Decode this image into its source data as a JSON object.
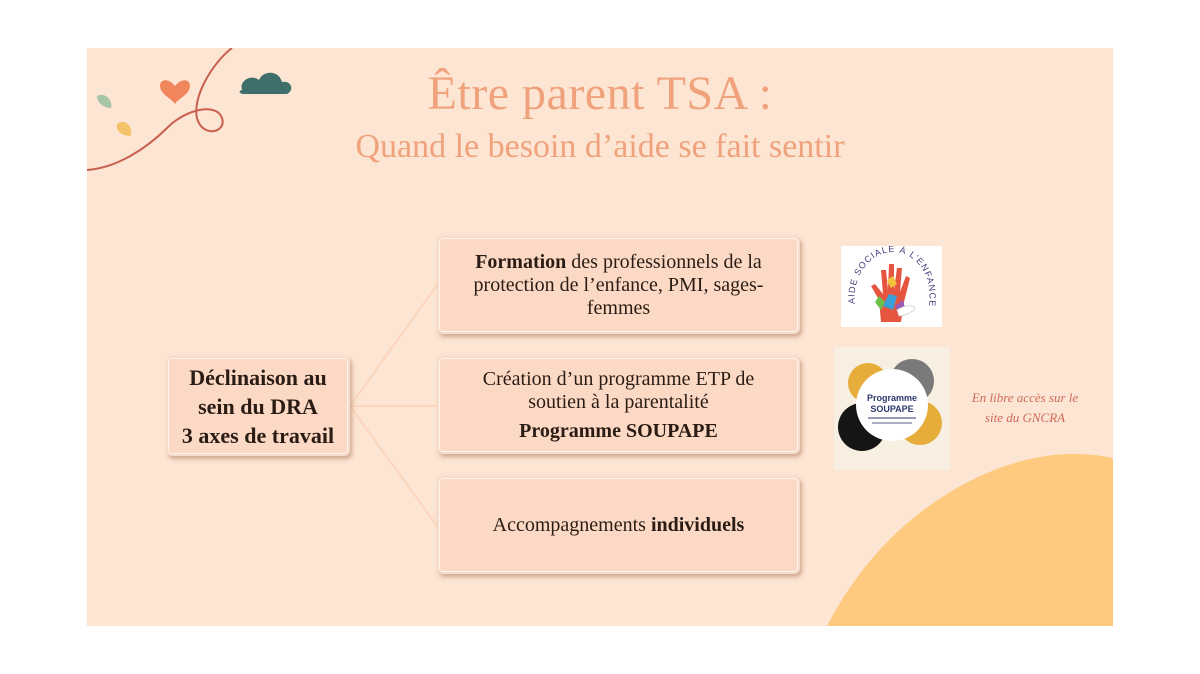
{
  "title": {
    "line1": "Être parent TSA :",
    "line2": "Quand le besoin d’aide se fait sentir"
  },
  "root": {
    "line1": "Déclinaison au",
    "line2": "sein du DRA",
    "line3": "3 axes de travail"
  },
  "branches": [
    {
      "bold": "Formation",
      "rest1": " des professionnels de la",
      "line2": "protection de l’enfance, PMI, sages-",
      "line3": "femmes"
    },
    {
      "line1": "Création d’un programme ETP de",
      "line2": "soutien à la parentalité",
      "bold": "Programme SOUPAPE"
    },
    {
      "normal": "Accompagnements ",
      "bold": "individuels"
    }
  ],
  "logos": {
    "ase": {
      "text": "AIDE SOCIALE À L’ENFANCE"
    },
    "soupape": {
      "line1": "Programme",
      "line2": "SOUPAPE"
    }
  },
  "note": {
    "line1": "En libre accès sur le",
    "line2": "site du GNCRA"
  },
  "colors": {
    "background": "#fde5d3",
    "title": "#f0a27c",
    "box": "#fcd9c4",
    "accent_yellow": "#f8c574",
    "note": "#cf6a5a"
  }
}
